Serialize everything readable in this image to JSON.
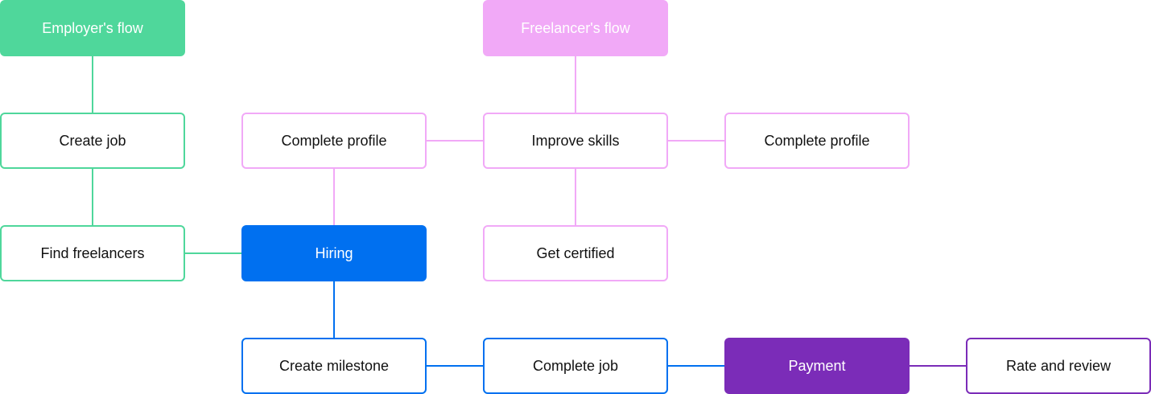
{
  "colors": {
    "employer": "#4fd79b",
    "freelancer": "#f1a9f7",
    "hiring": "#0070f0",
    "payment": "#7b2cb8",
    "text_dark": "#111111",
    "text_light": "#ffffff"
  },
  "nodes": {
    "employer_flow": "Employer's flow",
    "freelancer_flow": "Freelancer's flow",
    "create_job": "Create job",
    "find_freelancers": "Find freelancers",
    "complete_profile_left": "Complete profile",
    "improve_skills": "Improve skills",
    "complete_profile_right": "Complete profile",
    "get_certified": "Get certified",
    "hiring": "Hiring",
    "create_milestone": "Create milestone",
    "complete_job": "Complete job",
    "payment": "Payment",
    "rate_and_review": "Rate and review"
  }
}
